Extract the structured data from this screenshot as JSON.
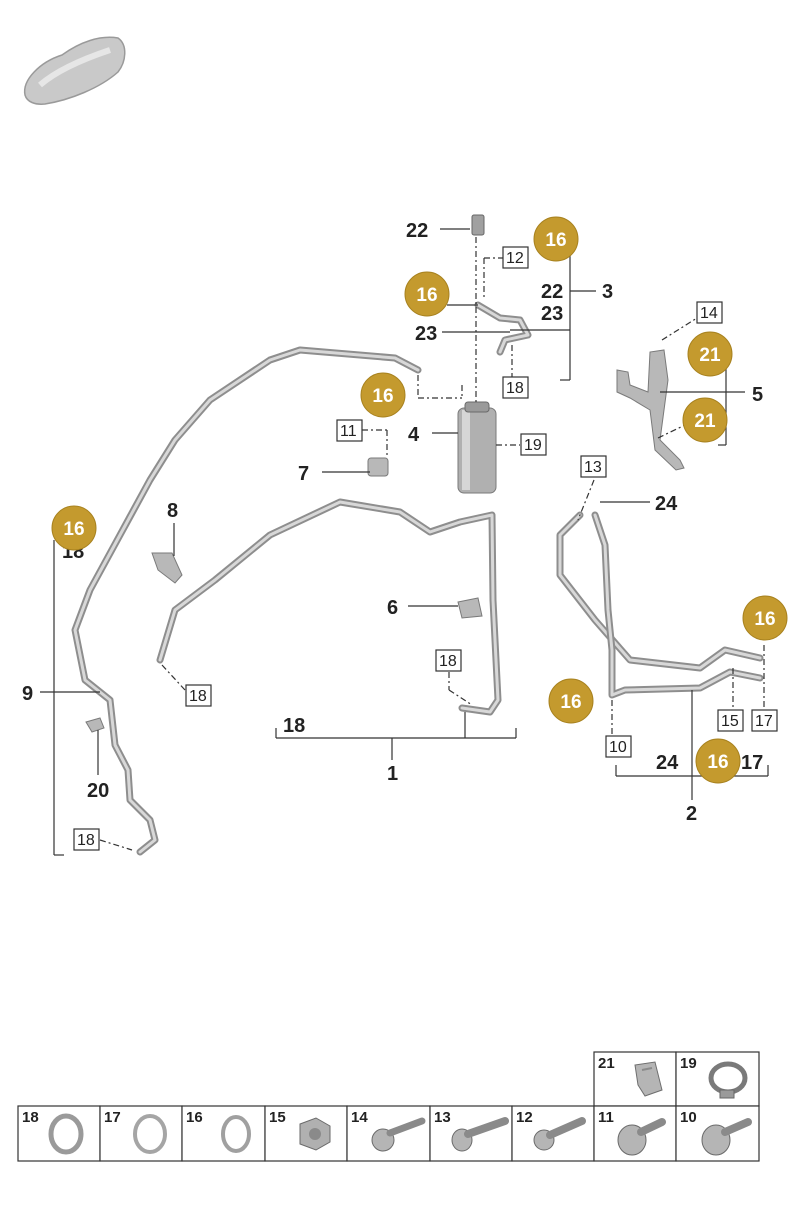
{
  "diagram": {
    "main_labels": {
      "l1": "1",
      "l2": "2",
      "l3": "3",
      "l4": "4",
      "l5": "5",
      "l6": "6",
      "l7": "7",
      "l8": "8",
      "l9": "9",
      "l18a": "18",
      "l18b": "18",
      "l20": "20",
      "l22": "22",
      "l22b": "22",
      "l23a": "23",
      "l23b": "23",
      "l24a": "24",
      "l24b": "24",
      "l17": "17"
    },
    "boxed_labels": {
      "b10": "10",
      "b11": "11",
      "b12": "12",
      "b13": "13",
      "b14": "14",
      "b15": "15",
      "b17": "17",
      "b18a": "18",
      "b18b": "18",
      "b18c": "18",
      "b18d": "18",
      "b19": "19"
    },
    "badges": {
      "g1": "16",
      "g2": "16",
      "g3": "16",
      "g4": "16",
      "g5": "16",
      "g6": "16",
      "g7": "16",
      "g8": "21",
      "g9": "21"
    }
  },
  "parts_table": {
    "row_top": [
      {
        "number": "21",
        "icon": "bracket-clip-icon"
      },
      {
        "number": "19",
        "icon": "hose-clamp-icon"
      }
    ],
    "row_bottom": [
      {
        "number": "18",
        "icon": "seal-ring-icon"
      },
      {
        "number": "17",
        "icon": "seal-ring-icon"
      },
      {
        "number": "16",
        "icon": "seal-ring-icon"
      },
      {
        "number": "15",
        "icon": "hex-nut-icon"
      },
      {
        "number": "14",
        "icon": "flange-bolt-icon"
      },
      {
        "number": "13",
        "icon": "socket-bolt-icon"
      },
      {
        "number": "12",
        "icon": "socket-bolt-icon"
      },
      {
        "number": "11",
        "icon": "torx-bolt-icon"
      },
      {
        "number": "10",
        "icon": "torx-bolt-icon"
      }
    ]
  }
}
